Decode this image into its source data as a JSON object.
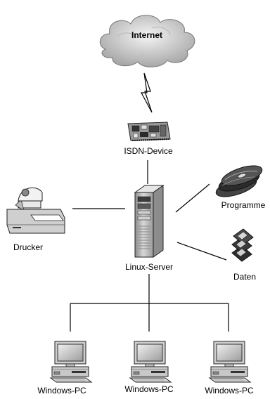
{
  "cloud": {
    "label": "Internet"
  },
  "isdn": {
    "label": "ISDN-Device"
  },
  "server": {
    "label": "Linux-Server"
  },
  "printer": {
    "label": "Drucker"
  },
  "programs": {
    "label": "Programme"
  },
  "data_store": {
    "label": "Daten"
  },
  "clients": [
    {
      "label": "Windows-PC"
    },
    {
      "label": "Windows-PC"
    },
    {
      "label": "Windows-PC"
    }
  ]
}
